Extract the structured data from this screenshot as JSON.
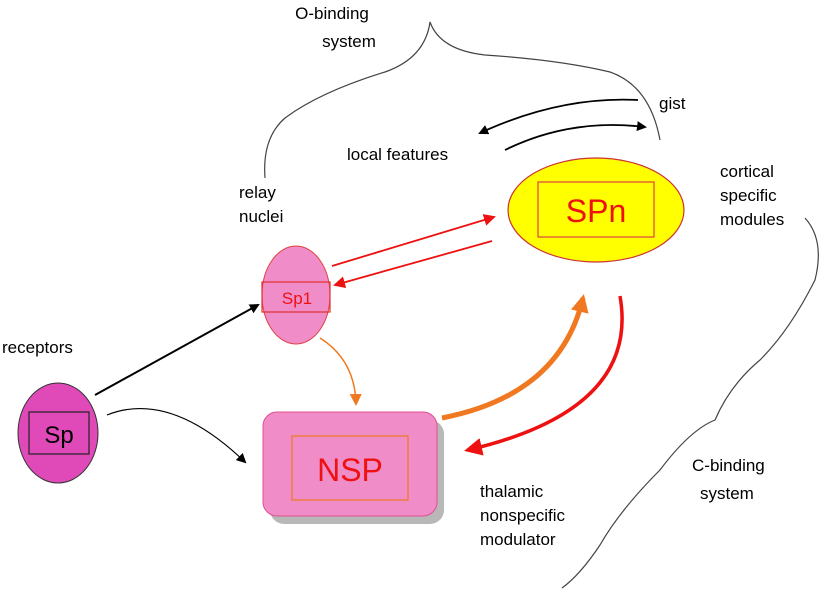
{
  "colors": {
    "pink": "#f08cc8",
    "magenta": "#e04ab8",
    "yellow": "#ffff00",
    "red": "#ee1111",
    "orange": "#f07820",
    "black": "#000000"
  },
  "labels": {
    "o_binding_line1": "O-binding",
    "o_binding_line2": "system",
    "gist": "gist",
    "local_features": "local features",
    "cortical_line1": "cortical",
    "cortical_line2": "specific",
    "cortical_line3": "modules",
    "relay_line1": "relay",
    "relay_line2": "nuclei",
    "receptors": "receptors",
    "c_binding_line1": "C-binding",
    "c_binding_line2": "system",
    "thalamic_line1": "thalamic",
    "thalamic_line2": "nonspecific",
    "thalamic_line3": "modulator"
  },
  "nodes": {
    "sp": "Sp",
    "sp1": "Sp1",
    "spn": "SPn",
    "nsp": "NSP"
  }
}
